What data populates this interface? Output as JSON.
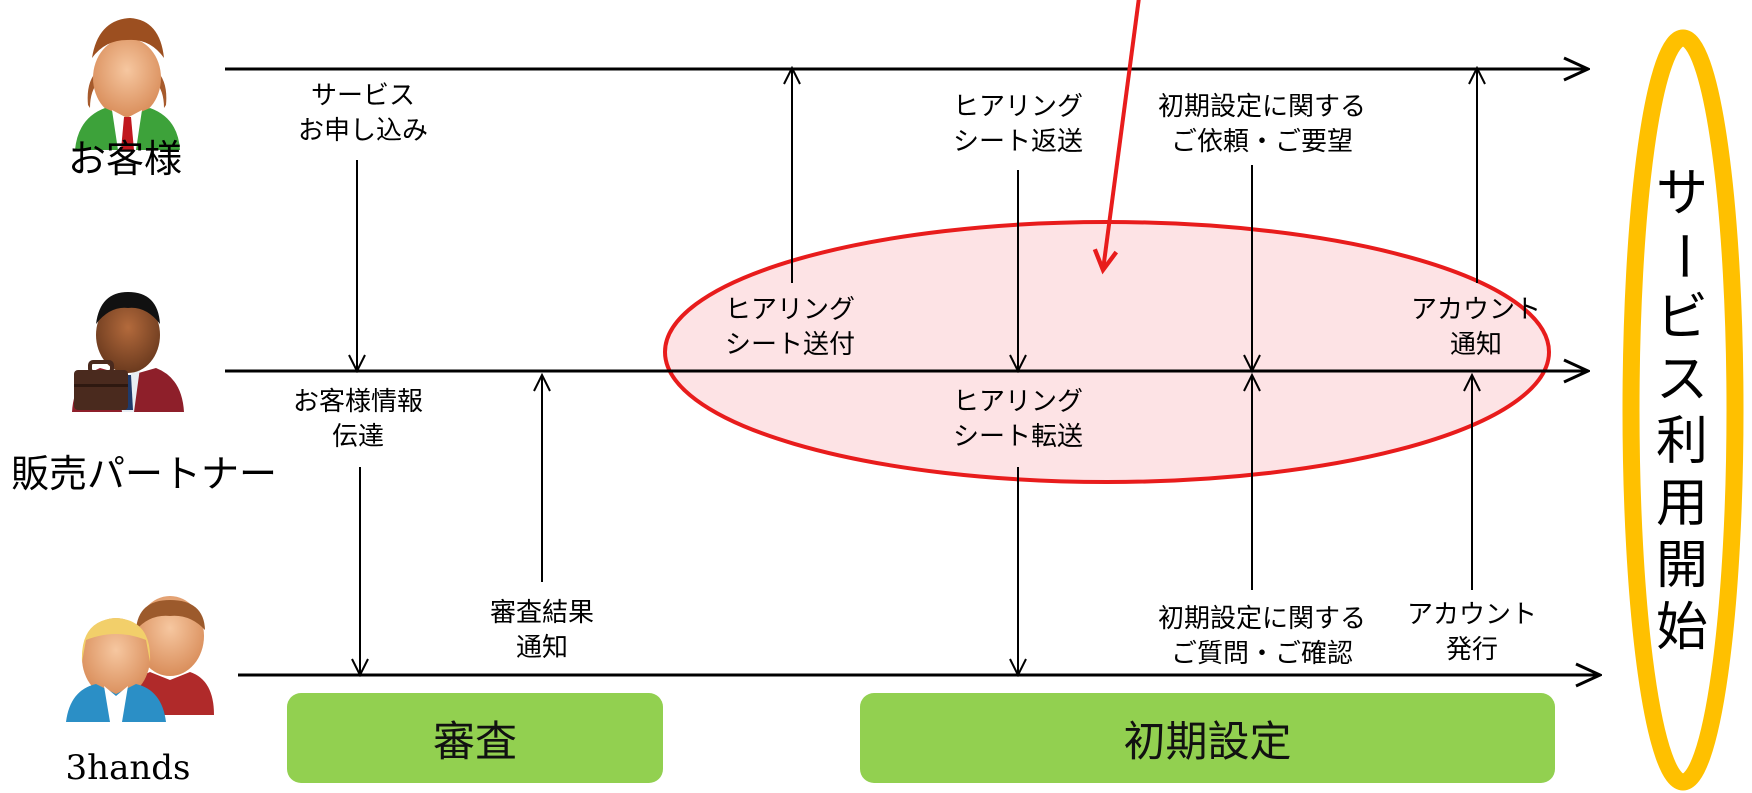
{
  "actors": {
    "customer": "お客様",
    "partner": "販売パートナー",
    "provider": "3hands"
  },
  "customer_lane": {
    "service_apply": [
      "サービス",
      "お申し込み"
    ],
    "hearing_return": [
      "ヒアリング",
      "シート返送"
    ],
    "initial_request": [
      "初期設定に関する",
      "ご依頼・ご要望"
    ]
  },
  "partner_lane": {
    "hearing_send": [
      "ヒアリング",
      "シート送付"
    ],
    "account_notice": [
      "アカウント",
      "通知"
    ],
    "customer_info": [
      "お客様情報",
      "伝達"
    ],
    "hearing_forward": [
      "ヒアリング",
      "シート転送"
    ]
  },
  "provider_lane": {
    "review_result": [
      "審査結果",
      "通知"
    ],
    "initial_question": [
      "初期設定に関する",
      "ご質問・ご確認"
    ],
    "account_issue": [
      "アカウント",
      "発行"
    ]
  },
  "phases": {
    "review": "審査",
    "initial_setup": "初期設定"
  },
  "goal": {
    "text": "サービス利用開始",
    "color": "#ffc000"
  },
  "colors": {
    "highlight_fill": "#fde3e5",
    "highlight_stroke": "#e81c1c",
    "phase_fill": "#92d050"
  }
}
